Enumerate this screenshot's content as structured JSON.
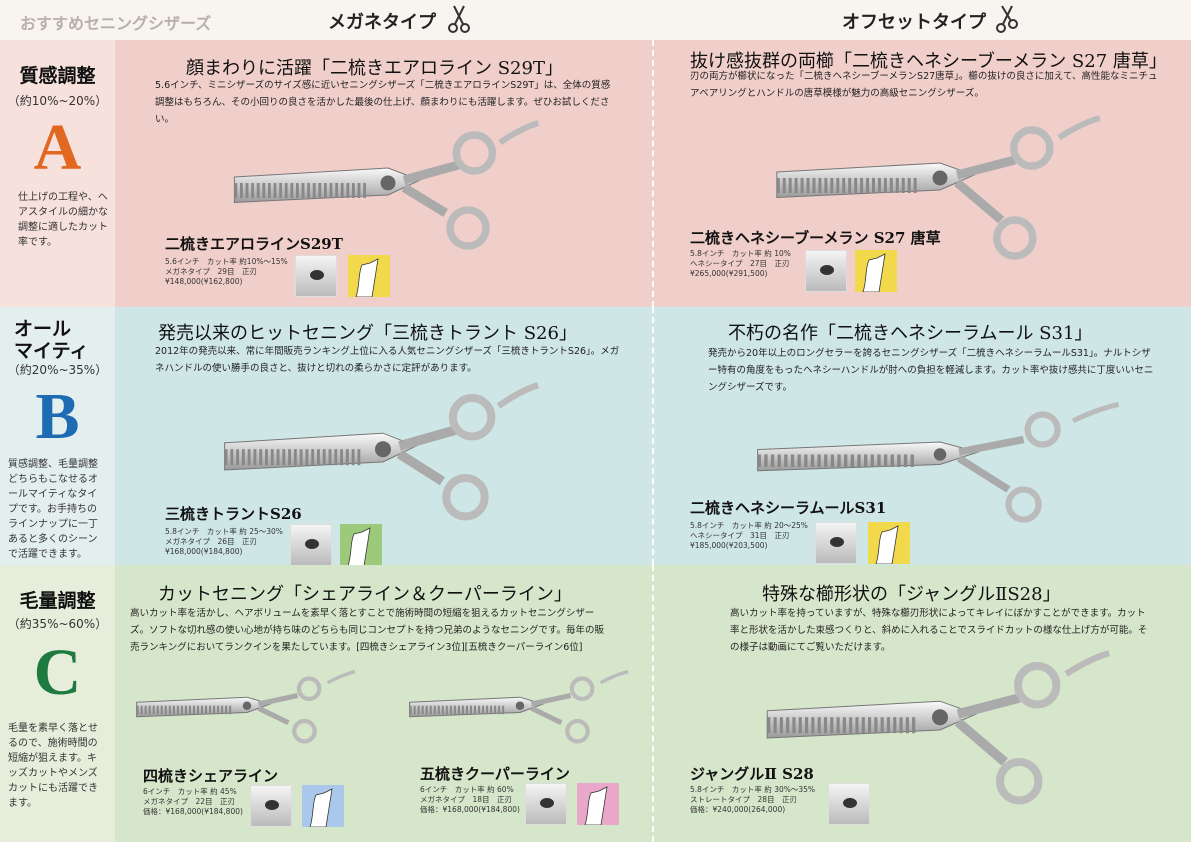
{
  "header": {
    "title": "おすすめセニングシザーズ",
    "type_left": "メガネタイプ",
    "type_right": "オフセットタイプ"
  },
  "categories": [
    {
      "title": "質感調整",
      "range": "（約10%~20%）",
      "letter": "A",
      "letter_color": "#e06820",
      "desc": "仕上げの工程や、ヘアスタイルの細かな調整に適したカット率です。"
    },
    {
      "title": "オール\nマイティ",
      "range": "（約20%~35%）",
      "letter": "B",
      "letter_color": "#1d6bb3",
      "desc": "質感調整、毛量調整どちらもこなせるオールマイティなタイプです。お手持ちのラインナップに一丁あると多くのシーンで活躍できます。"
    },
    {
      "title": "毛量調整",
      "range": "（約35%~60%）",
      "letter": "C",
      "letter_color": "#1e7a3e",
      "desc": "毛量を素早く落とせるので、施術時間の短縮が狙えます。キッズカットやメンズカットにも活躍できます。"
    }
  ],
  "panels": [
    {
      "title": "顔まわりに活躍「二梳きエアロライン S29T」",
      "desc": "5.6インチ、ミニシザーズのサイズ感に近いセニングシザーズ「二梳きエアロラインS29T」は、全体の質感調整はもちろん、その小回りの良さを活かした最後の仕上げ、顔まわりにも活躍します。ぜひお試しください。",
      "products": [
        {
          "name": "二梳きエアロラインS29T",
          "spec1": "5.6インチ　カット率 約10%〜15%",
          "spec2": "メガネタイプ　29目　正刃",
          "price": "¥148,000(¥162,800)",
          "tip_color": "#f2d94c"
        }
      ]
    },
    {
      "title": "抜け感抜群の両櫛「二梳きヘネシーブーメラン S27 唐草」",
      "desc": "刃の両方が櫛状になった「二梳きヘネシーブーメランS27唐草」。櫛の抜けの良さに加えて、高性能なミニチュアベアリングとハンドルの唐草模様が魅力の高級セニングシザーズ。",
      "products": [
        {
          "name": "二梳きヘネシーブーメラン S27 唐草",
          "spec1": "5.8インチ　カット率 約 10%",
          "spec2": "ヘネシータイプ　27目　正刃",
          "price": "¥265,000(¥291,500)",
          "tip_color": "#f2d94c"
        }
      ]
    },
    {
      "title": "発売以来のヒットセニング「三梳きトラント S26」",
      "desc": "2012年の発売以来、常に年間販売ランキング上位に入る人気セニングシザーズ「三梳きトラントS26」。メガネハンドルの使い勝手の良さと、抜けと切れの柔らかさに定評があります。",
      "products": [
        {
          "name": "三梳きトラントS26",
          "spec1": "5.8インチ　カット率 約 25〜30%",
          "spec2": "メガネタイプ　26目　正刃",
          "price": "¥168,000(¥184,800)",
          "tip_color": "#9cc97a"
        }
      ]
    },
    {
      "title": "不朽の名作「二梳きヘネシーラムール S31」",
      "desc": "発売から20年以上のロングセラーを誇るセニングシザーズ「二梳きヘネシーラムールS31」。ナルトシザー特有の角度をもったヘネシーハンドルが肘への負担を軽減します。カット率や抜け感共に丁度いいセニングシザーズです。",
      "products": [
        {
          "name": "二梳きヘネシーラムールS31",
          "spec1": "5.8インチ　カット率 約 20〜25%",
          "spec2": "ヘネシータイプ　31目　正刃",
          "price": "¥185,000(¥203,500)",
          "tip_color": "#f2d94c"
        }
      ]
    },
    {
      "title": "カットセニング「シェアライン＆クーパーライン」",
      "desc": "高いカット率を活かし、ヘアボリュームを素早く落とすことで施術時間の短縮を狙えるカットセニングシザーズ。ソフトな切れ感の使い心地が持ち味のどちらも同じコンセプトを持つ兄弟のようなセニングです。毎年の販売ランキングにおいてランクインを果たしています。[四梳きシェアライン3位][五梳きクーパーライン6位]",
      "products": [
        {
          "name": "四梳きシェアライン",
          "spec1": "6インチ　カット率 約 45%",
          "spec2": "メガネタイプ　22目　正刃",
          "price": "価格：¥168,000(¥184,800)",
          "tip_color": "#a9c8ec"
        },
        {
          "name": "五梳きクーパーライン",
          "spec1": "6インチ　カット率 約 60%",
          "spec2": "メガネタイプ　18目　正刃",
          "price": "価格：¥168,000(¥184,800)",
          "tip_color": "#e9a8c9"
        }
      ]
    },
    {
      "title": "特殊な櫛形状の「ジャングルⅡS28」",
      "desc": "高いカット率を持っていますが、特殊な櫛刃形状によってキレイにぼかすことができます。カット率と形状を活かした束感つくりと、斜めに入れることでスライドカットの様な仕上げ方が可能。その様子は動画にてご覧いただけます。",
      "products": [
        {
          "name": "ジャングルⅡ S28",
          "spec1": "5.8インチ　カット率 約 30%〜35%",
          "spec2": "ストレートタイプ　28目　正刃",
          "price": "価格：¥240,000(264,000)"
        }
      ]
    }
  ],
  "colors": {
    "row_a": "#f0cfcb",
    "row_b": "#cfe6e7",
    "row_c": "#d6e6cb"
  }
}
